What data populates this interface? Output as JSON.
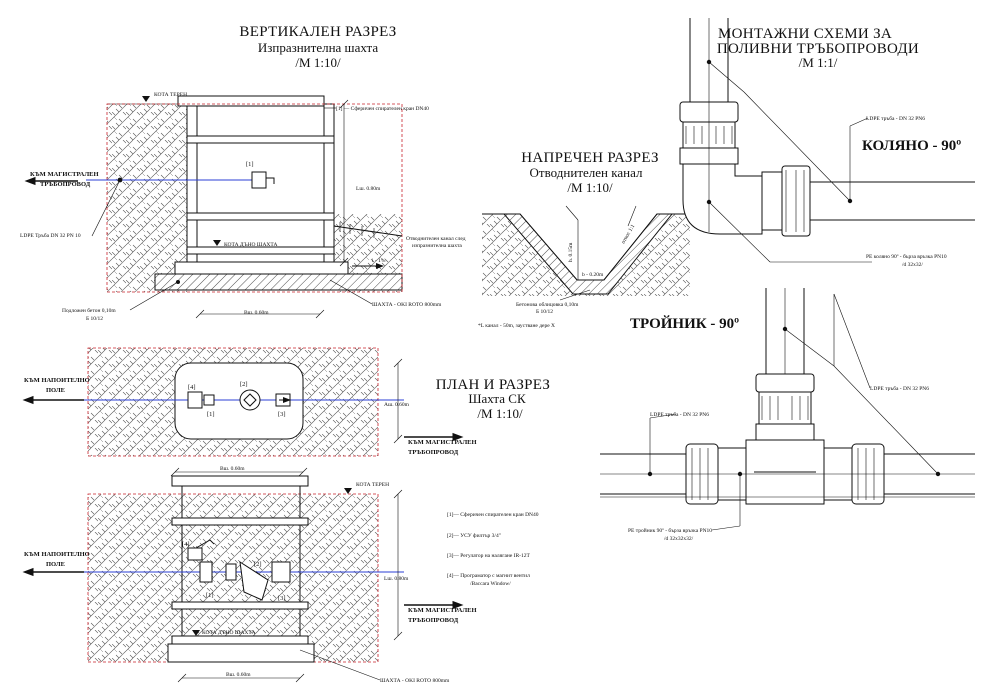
{
  "vertical_section": {
    "title": "ВЕРТИКАЛЕН РАЗРЕЗ",
    "subtitle": "Изпразнителна шахта",
    "scale": "/М 1:10/",
    "kota_teren": "КОТА ТЕРЕН",
    "kota_dano": "КОТА ДЪНО ШАХТА",
    "to_main_1": "КЪМ МАГИСТРАЛЕН",
    "to_main_2": "ТРЪБОПРОВОД",
    "ldpe": "LDPE Тръба DN 32 PN 10",
    "valve_label": "[1] — Сферичен спирателен кран DN40",
    "item_1": "[1]",
    "depth": "Lш. 0.80m",
    "channel_1": "Отводнителен канал след",
    "channel_2": "изпразнителна шахта",
    "slope": "i - 1%",
    "base_1": "Подложен бетон 0,10m",
    "base_2": "Б 10/12",
    "width": "Вш. 0.60m",
    "shaft": "ШАХТА - OKI ROTO 800mm"
  },
  "cross_section": {
    "title": "НАПРЕЧЕН РАЗРЕЗ",
    "subtitle": "Отводнителен канал",
    "scale": "/М 1:10/",
    "h": "h. 0.15m",
    "b": "b - 0.20m",
    "slope_note": "откос 1:1",
    "lining_1": "Бетонова облицовка 0,10m",
    "lining_2": "Б 10/12",
    "note": "*L канал - 50m, заустване дере X"
  },
  "plan_section": {
    "title": "ПЛАН И РАЗРЕЗ",
    "subtitle": "Шахта СК",
    "scale": "/М 1:10/",
    "to_field_1": "КЪМ НАПОИТЕЛНО",
    "to_field_2": "ПОЛЕ",
    "to_main_1": "КЪМ МАГИСТРАЛЕН",
    "to_main_2": "ТРЪБОПРОВОД",
    "plan_width": "Аш. 0.60m",
    "plan_length": "Вш. 0.60m",
    "n1": "[1]",
    "n2": "[2]",
    "n3": "[3]",
    "n4": "[4]",
    "kota_teren": "КОТА ТЕРЕН",
    "kota_dano": "КОТА ДЪНО ШАХТА",
    "depth": "Lш. 0.80m",
    "width": "Вш. 0.60m",
    "shaft": "ШАХТА - OKI ROTO 800mm"
  },
  "legend": {
    "l1": "[1]— Сферичен спирателен кран DN40",
    "l2": "[2]— УСУ филтър 3/4\"",
    "l3": "[3]— Регулатор на налягане IR-12T",
    "l4a": "[4]— Програматор с магнит вентил",
    "l4b": "/Baccara Window/"
  },
  "mounting": {
    "title_1": "МОНТАЖНИ СХЕМИ ЗА",
    "title_2": "ПОЛИВНИ ТРЪБОПРОВОДИ",
    "scale": "/М 1:1/",
    "elbow_title": "КОЛЯНО - 90º",
    "elbow_ldpe": "LDPE тръба - DN 32 PN6",
    "elbow_pe_1": "PE коляно 90º - бърза връзка PN10",
    "elbow_pe_2": "/d 32x32/",
    "tee_title": "ТРОЙНИК - 90º",
    "tee_ldpe_right": "LDPE тръба - DN 32 PN6",
    "tee_ldpe_left": "LDPE тръба - DN 32 PN6",
    "tee_pe_1": "PE тройник 90º - бърза връзка PN10",
    "tee_pe_2": "/d 32x32x32/"
  }
}
